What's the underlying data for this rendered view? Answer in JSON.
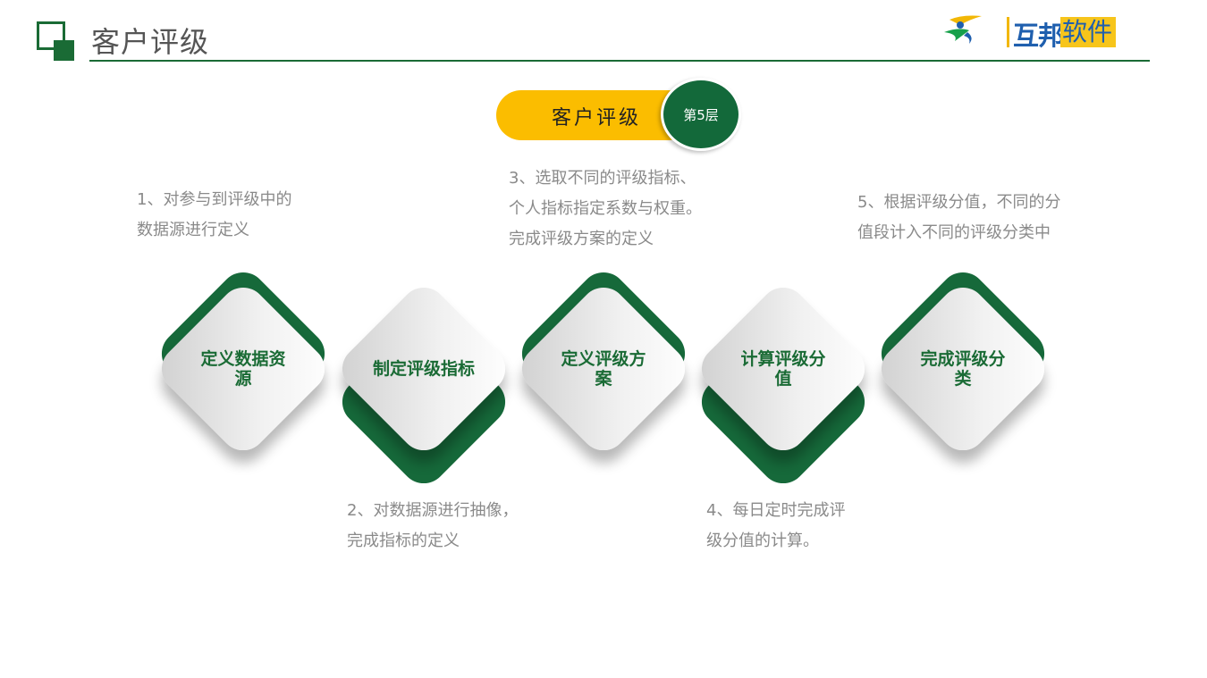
{
  "header": {
    "title": "客户评级",
    "logo_text_1": "互邦",
    "logo_text_2": "软件"
  },
  "badge": {
    "label": "客户评级",
    "layer": "第5层"
  },
  "steps": [
    {
      "label": "定义数据资源",
      "description": "1、对参与到评级中的\n数据源进行定义"
    },
    {
      "label": "制定评级指标",
      "description": "2、对数据源进行抽像，\n完成指标的定义"
    },
    {
      "label": "定义评级方案",
      "description": "3、选取不同的评级指标、\n个人指标指定系数与权重。\n完成评级方案的定义"
    },
    {
      "label": "计算评级分值",
      "description": "4、每日定时完成评\n级分值的计算。"
    },
    {
      "label": "完成评级分类",
      "description": "5、根据评级分值，不同的分\n值段计入不同的评级分类中"
    }
  ],
  "colors": {
    "green": "#1a6b35",
    "yellow": "#fbbd00",
    "gray_text": "#8a8a8a"
  }
}
